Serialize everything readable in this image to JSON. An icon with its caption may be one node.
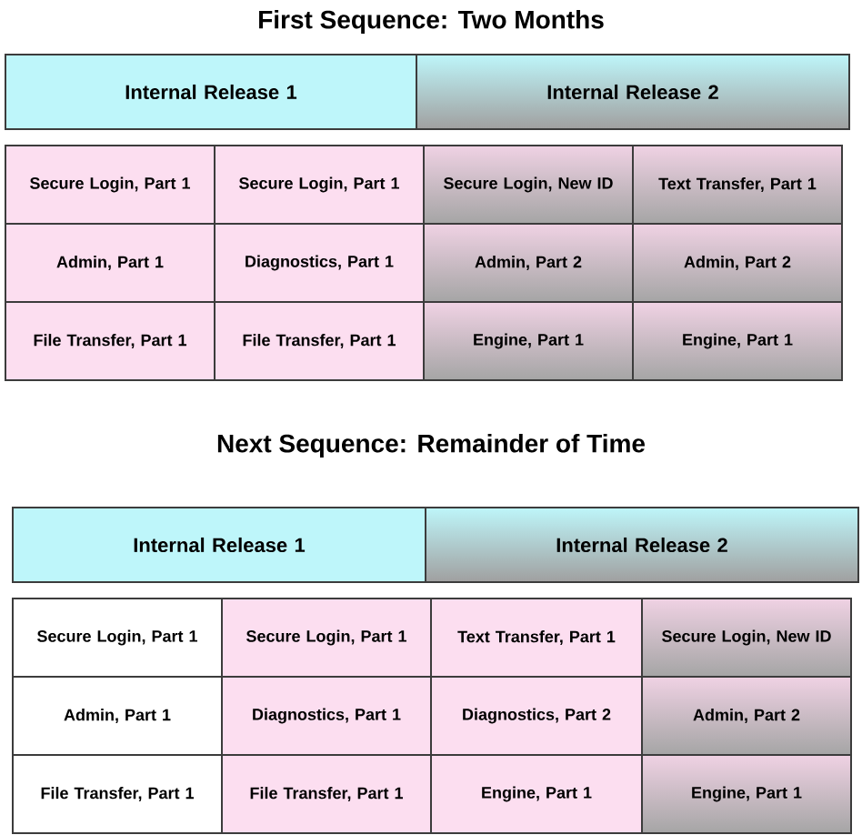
{
  "diagram": {
    "nodes": [
      {
        "text": [
          "Internal Release 1"
        ]
      },
      {
        "text": [
          "Internal Release 2"
        ]
      },
      {
        "text": [
          "Secure Login, Part 1"
        ]
      },
      {
        "text": [
          "Secure Login, Part 1"
        ]
      },
      {
        "text": [
          "Secure Login, New ID"
        ]
      },
      {
        "text": [
          "Text Transfer, Part 1"
        ]
      },
      {
        "text": [
          "Admin, Part 1"
        ]
      },
      {
        "text": [
          "Diagnostics, Part 1"
        ]
      },
      {
        "text": [
          "Admin, Part 2"
        ]
      },
      {
        "text": [
          "Admin, Part 2"
        ]
      },
      {
        "text": [
          "File Transfer, Part 1"
        ]
      },
      {
        "text": [
          "File Transfer, Part 1"
        ]
      },
      {
        "text": [
          "Engine, Part 1"
        ]
      },
      {
        "text": [
          "Engine, Part 1"
        ]
      },
      {
        "text": [
          "Internal Release 1"
        ]
      },
      {
        "text": [
          "Internal Release 2"
        ]
      },
      {
        "text": [
          "Secure Login, Part 1"
        ]
      },
      {
        "text": [
          "Secure Login, Part 1"
        ]
      },
      {
        "text": [
          "Text Transfer, Part 1"
        ]
      },
      {
        "text": [
          "Secure Login, New ID"
        ]
      },
      {
        "text": [
          "Admin, Part 1"
        ]
      },
      {
        "text": [
          "Diagnostics, Part 1"
        ]
      },
      {
        "text": [
          "Diagnostics, Part 2"
        ]
      },
      {
        "text": [
          "Admin, Part 2"
        ]
      },
      {
        "text": [
          "File Transfer, Part 1"
        ]
      },
      {
        "text": [
          "File Transfer, Part 1"
        ]
      },
      {
        "text": [
          "Engine, Part 1"
        ]
      },
      {
        "text": [
          "Engine, Part 1"
        ]
      }
    ],
    "labels": [
      "First Sequence: Two Months",
      "Next Sequence: Remainder of Time"
    ]
  }
}
